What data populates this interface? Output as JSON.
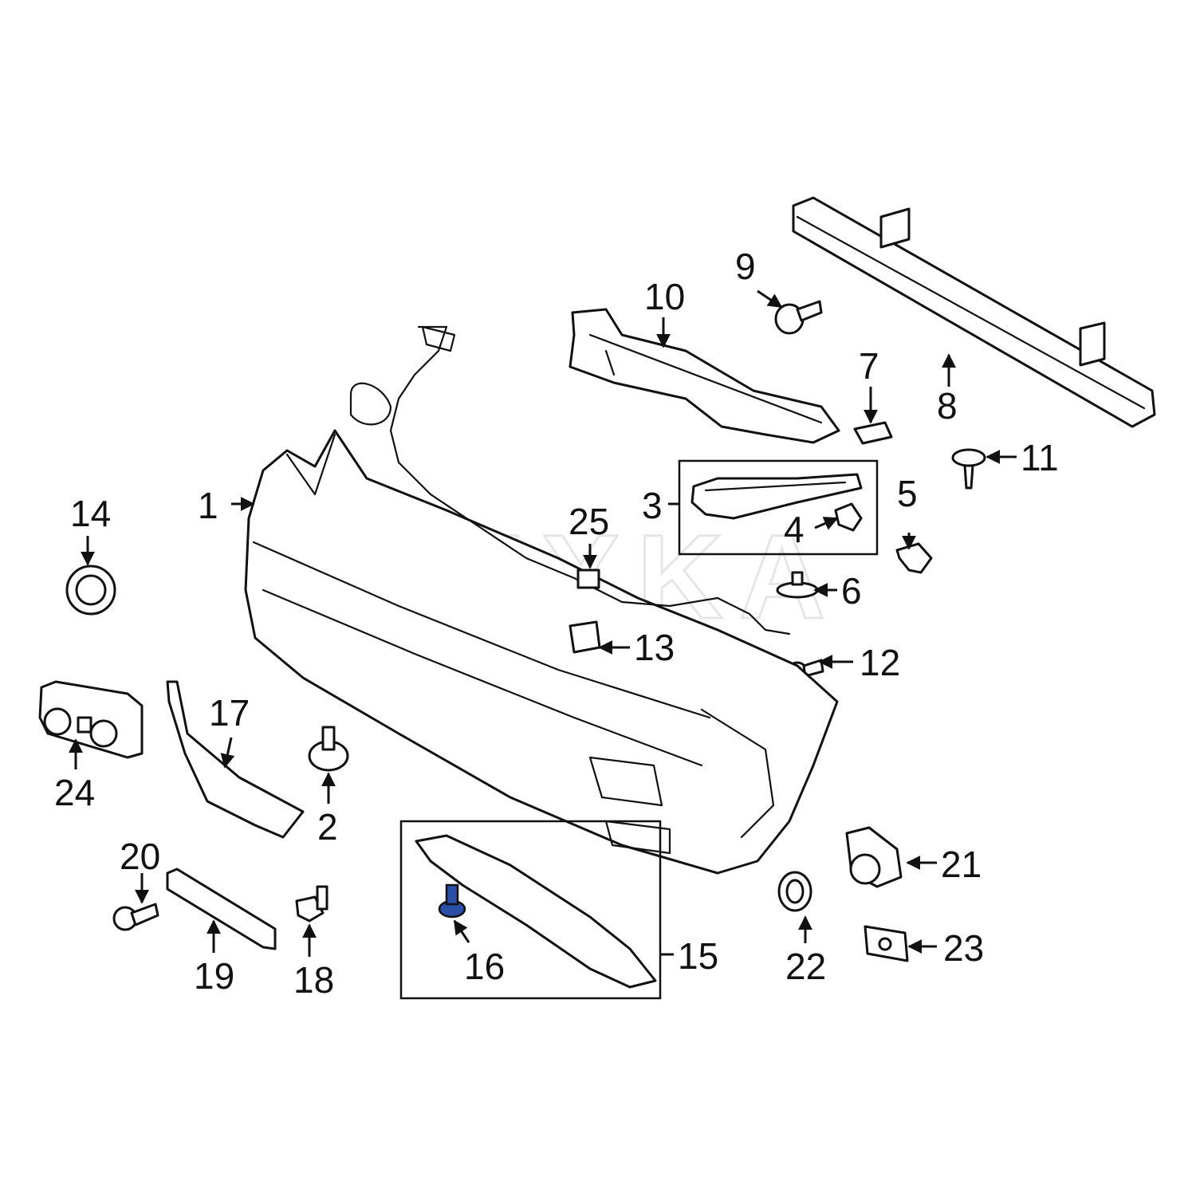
{
  "watermark": "REXKA",
  "colors": {
    "line": "#111111",
    "highlight": "#2b4fa6",
    "watermark": "#e6e6e6"
  },
  "callouts": [
    "1",
    "2",
    "3",
    "4",
    "5",
    "6",
    "7",
    "8",
    "9",
    "10",
    "11",
    "12",
    "13",
    "14",
    "15",
    "16",
    "17",
    "18",
    "19",
    "20",
    "21",
    "22",
    "23",
    "24",
    "25"
  ]
}
